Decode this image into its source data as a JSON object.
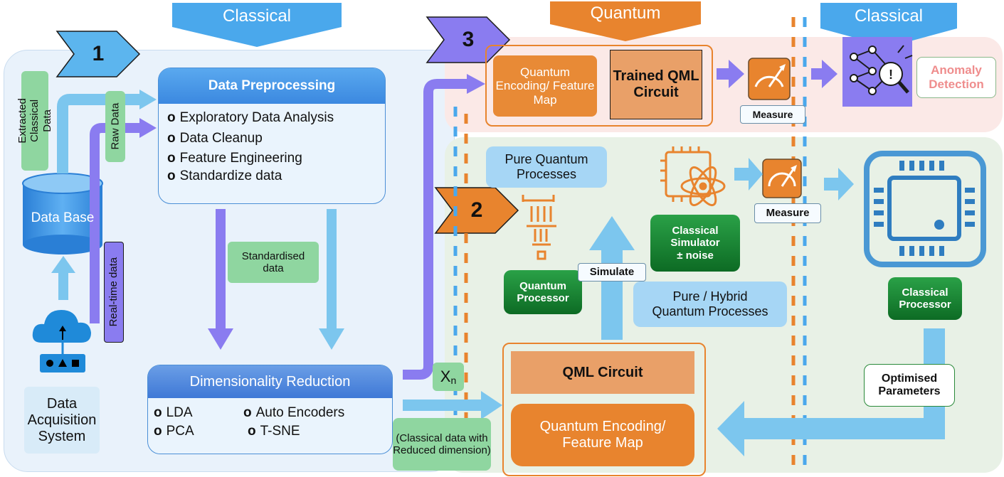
{
  "headers": {
    "left": "Classical",
    "middle": "Quantum",
    "right": "Classical"
  },
  "steps": {
    "one": "1",
    "two": "2",
    "three": "3"
  },
  "left": {
    "extracted_label": "Extracted Classical Data",
    "raw_label": "Raw Data",
    "realtime_label": "Real-time data",
    "database": "Data Base",
    "acquisition": "Data Acquisition System"
  },
  "preprocessing": {
    "title": "Data Preprocessing",
    "items": [
      "Exploratory Data Analysis",
      "Data Cleanup",
      "Feature Engineering",
      "Standardize data"
    ],
    "bullet": "o"
  },
  "standardised": "Standardised data",
  "dimred": {
    "title": "Dimensionality Reduction",
    "items": [
      "LDA",
      "Auto Encoders",
      "PCA",
      "T-SNE"
    ],
    "bullet": "o"
  },
  "xn": {
    "base": "X",
    "sub": "n"
  },
  "reduced_note": "(Classical data with Reduced dimension)",
  "top_quantum": {
    "encoding": "Quantum Encoding/ Feature Map",
    "trained": "Trained QML Circuit",
    "measure": "Measure",
    "anomaly": "Anomaly Detection"
  },
  "bottom_quantum": {
    "pure": "Pure Quantum Processes",
    "processor": "Quantum Processor",
    "simulate": "Simulate",
    "simulator": "Classical Simulator",
    "noise": "± noise",
    "measure": "Measure",
    "hybrid": "Pure / Hybrid Quantum Processes",
    "qml": "QML Circuit",
    "encoding": "Quantum Encoding/ Feature Map",
    "classical_processor": "Classical Processor",
    "optimised": "Optimised Parameters"
  },
  "icons": [
    "cloud-upload-icon",
    "sensor-icon",
    "database-icon",
    "gauge-icon",
    "neural-search-icon",
    "quantum-chip-icon",
    "atom-chip-icon",
    "cpu-chip-icon"
  ],
  "colors": {
    "classical_blue": "#4aa8ec",
    "arrow_light_blue": "#7cc6ee",
    "arrow_purple": "#8a7cf0",
    "quantum_orange": "#e8842e",
    "dark_green": "#17812f",
    "light_green": "#8fd6a0",
    "anomaly_pink": "#ef8d8d"
  }
}
